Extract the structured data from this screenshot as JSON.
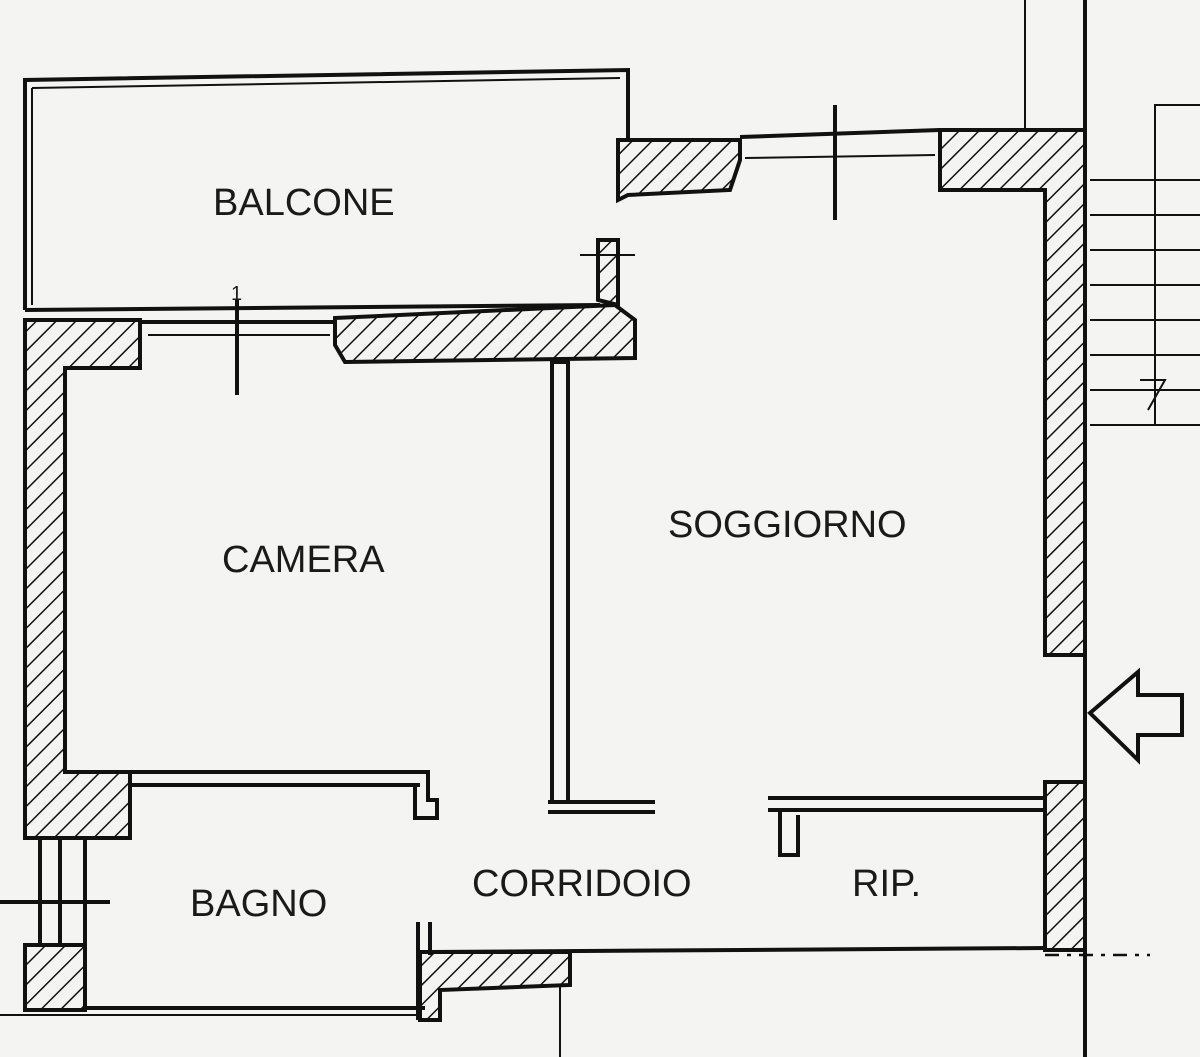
{
  "rooms": {
    "balcone": "BALCONE",
    "camera": "CAMERA",
    "soggiorno": "SOGGIORNO",
    "bagno": "BAGNO",
    "corridoio": "CORRIDOIO",
    "ripostiglio": "RIP."
  },
  "section_marker": "1",
  "colors": {
    "ink": "#111111",
    "paper": "#f4f4f2"
  },
  "icons": {
    "entrance": "entrance-arrow-icon"
  }
}
